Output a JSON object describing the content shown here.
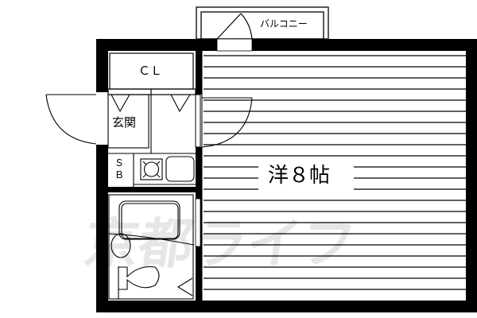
{
  "floor_plan": {
    "rooms": {
      "main_room": {
        "label": "洋８帖"
      },
      "closet": {
        "label": "ＣＬ"
      },
      "entrance": {
        "label": "玄関"
      },
      "shoe_box": {
        "label_line1": "Ｓ",
        "label_line2": "Ｂ"
      },
      "balcony": {
        "label": "バルコニー"
      }
    },
    "watermark": {
      "text": "京都ライフ"
    },
    "colors": {
      "wall": "#000000",
      "background": "#ffffff",
      "watermark": "#e6e6e6"
    }
  }
}
